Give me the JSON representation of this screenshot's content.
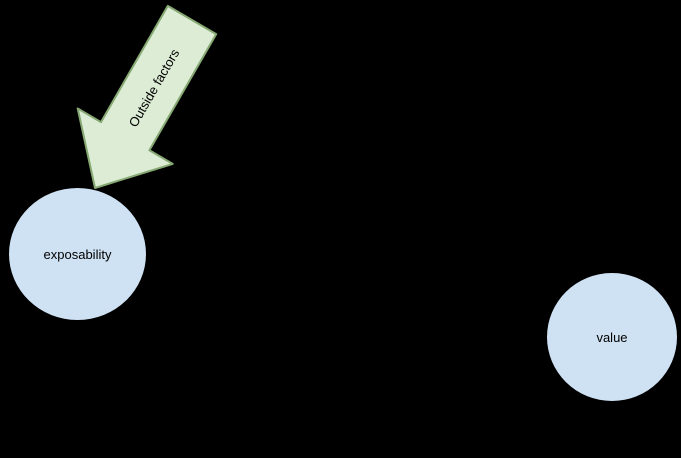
{
  "canvas": {
    "background_color": "#000000"
  },
  "diagram": {
    "arrow": {
      "label": "Outside factors",
      "fill_color": "#dcecd5",
      "stroke_color": "#86a873"
    },
    "nodes": [
      {
        "label": "exposability",
        "fill_color": "#cfe2f3",
        "stroke_color": "#000000",
        "shape": "ellipse"
      },
      {
        "label": "value",
        "fill_color": "#cfe2f3",
        "stroke_color": "#000000",
        "shape": "ellipse"
      }
    ]
  }
}
